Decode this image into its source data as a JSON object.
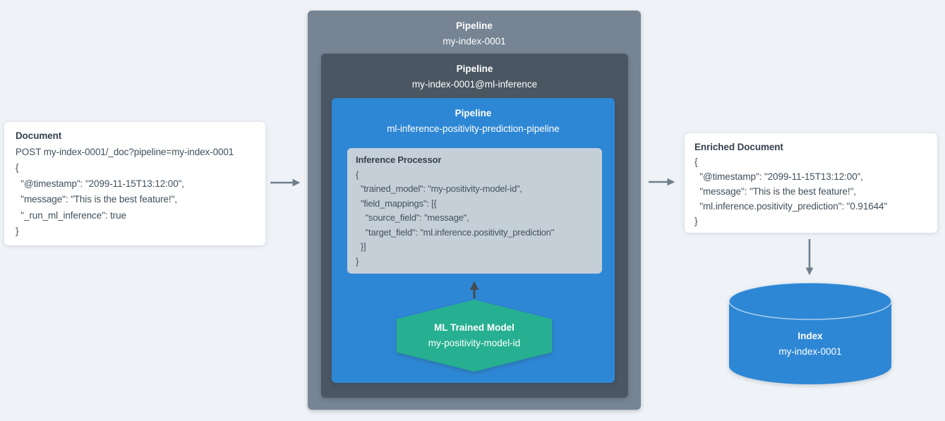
{
  "colors": {
    "background": "#EFF2F6",
    "pipeline_outer": "#768494",
    "pipeline_ml": "#4A5662",
    "pipeline_inference": "#2E87D5",
    "processor_card": "#C5CFD8",
    "model_hexagon": "#26B091",
    "index_cylinder": "#2E87D5",
    "card_white": "#FFFFFF",
    "arrow_gray": "#6E7E8C",
    "arrow_dark": "#454C52",
    "text_dark": "#42505C",
    "text_white": "#FFFFFF"
  },
  "document": {
    "title": "Document",
    "lines": [
      "POST my-index-0001/_doc?pipeline=my-index-0001",
      "{",
      "  \"@timestamp\": \"2099-11-15T13:12:00\",",
      "  \"message\": \"This is the best feature!\",",
      "  \"_run_ml_inference\": true",
      "}"
    ]
  },
  "pipeline_outer": {
    "title": "Pipeline",
    "name": "my-index-0001"
  },
  "pipeline_ml": {
    "title": "Pipeline",
    "name": "my-index-0001@ml-inference"
  },
  "pipeline_inference": {
    "title": "Pipeline",
    "name": "ml-inference-positivity-prediction-pipeline"
  },
  "inference_processor": {
    "title": "Inference Processor",
    "lines": [
      "{",
      "  \"trained_model\": \"my-positivity-model-id\",",
      "  \"field_mappings\": [{",
      "    \"source_field\": \"message\",",
      "    \"target_field\": \"ml.inference.positivity_prediction\"",
      "  }]",
      "}"
    ]
  },
  "trained_model": {
    "title": "ML Trained Model",
    "name": "my-positivity-model-id"
  },
  "enriched_document": {
    "title": "Enriched Document",
    "lines": [
      "{",
      "  \"@timestamp\": \"2099-11-15T13:12:00\",",
      "  \"message\": \"This is the best feature!\",",
      "  \"ml.inference.positivity_prediction\": \"0.91644\"",
      "}"
    ]
  },
  "index": {
    "title": "Index",
    "name": "my-index-0001"
  }
}
